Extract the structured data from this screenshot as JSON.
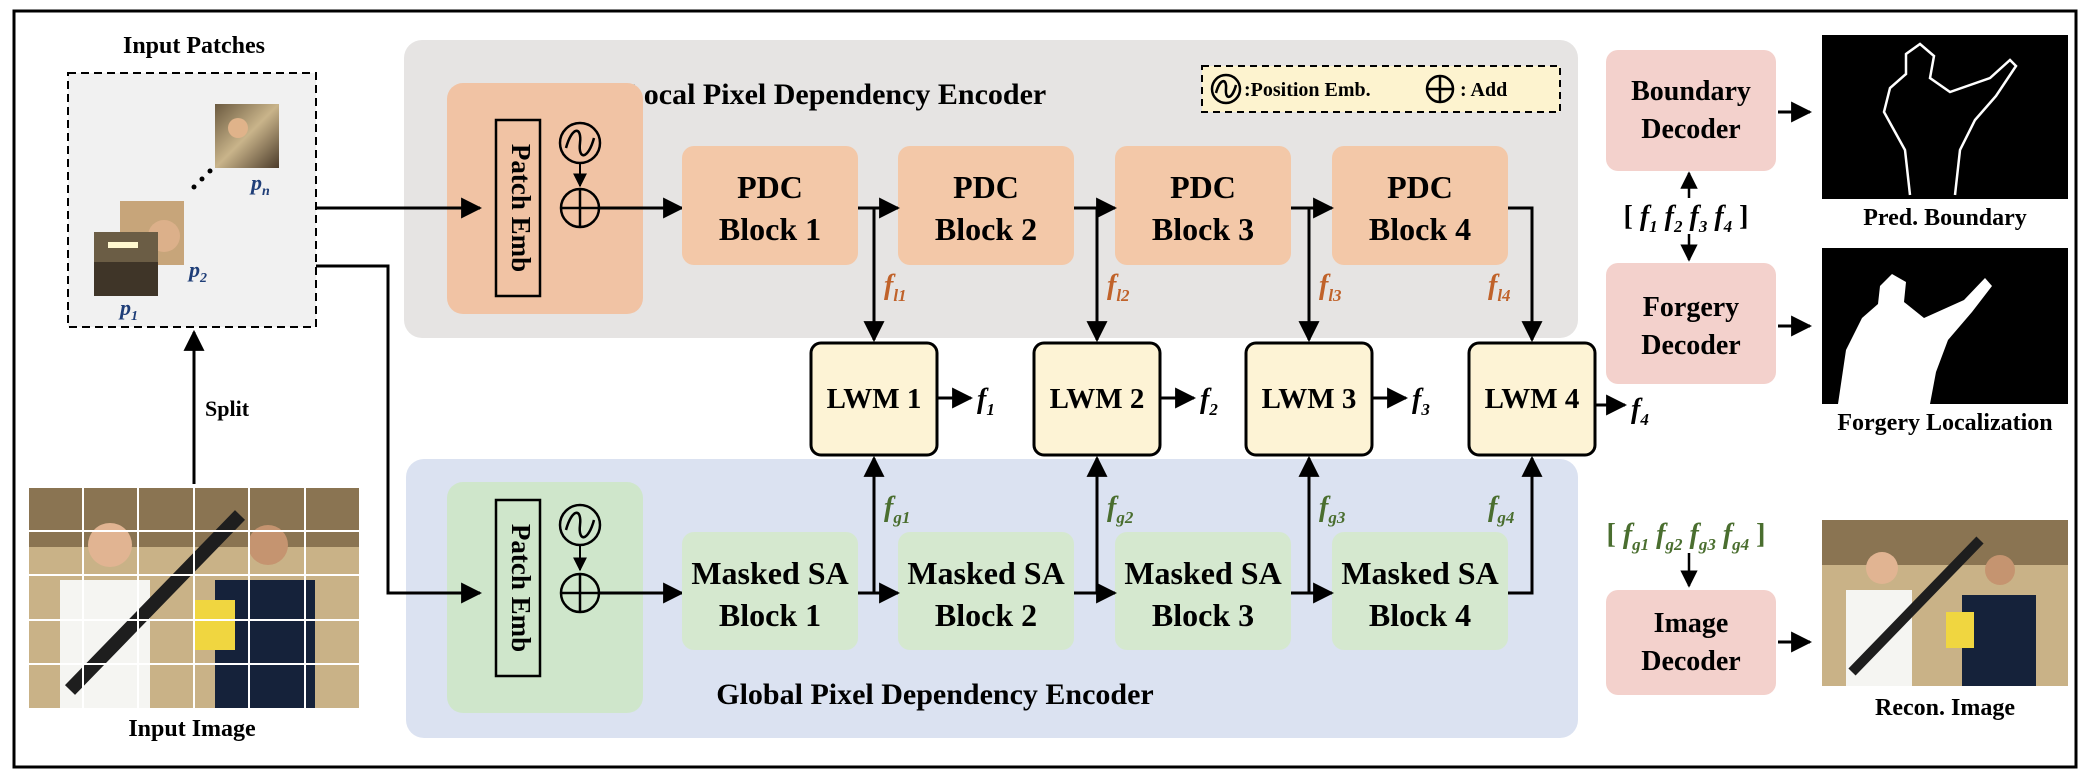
{
  "input_patches": {
    "title": "Input Patches",
    "labels": [
      "p",
      "p",
      "p"
    ],
    "subs": [
      "1",
      "2",
      "n"
    ]
  },
  "split_label": "Split",
  "input_image_label": "Input Image",
  "local_encoder": {
    "title": "Local Pixel Dependency Encoder",
    "patch_emb": "Patch Emb",
    "blocks": [
      {
        "line1": "PDC",
        "line2": "Block 1"
      },
      {
        "line1": "PDC",
        "line2": "Block 2"
      },
      {
        "line1": "PDC",
        "line2": "Block 3"
      },
      {
        "line1": "PDC",
        "line2": "Block 4"
      }
    ],
    "features": [
      {
        "base": "f",
        "sub": "l1"
      },
      {
        "base": "f",
        "sub": "l2"
      },
      {
        "base": "f",
        "sub": "l3"
      },
      {
        "base": "f",
        "sub": "l4"
      }
    ]
  },
  "global_encoder": {
    "title": "Global Pixel Dependency Encoder",
    "patch_emb": "Patch Emb",
    "blocks": [
      {
        "line1": "Masked SA",
        "line2": "Block 1"
      },
      {
        "line1": "Masked SA",
        "line2": "Block 2"
      },
      {
        "line1": "Masked SA",
        "line2": "Block 3"
      },
      {
        "line1": "Masked SA",
        "line2": "Block 4"
      }
    ],
    "features": [
      {
        "base": "f",
        "sub": "g1"
      },
      {
        "base": "f",
        "sub": "g2"
      },
      {
        "base": "f",
        "sub": "g3"
      },
      {
        "base": "f",
        "sub": "g4"
      }
    ]
  },
  "lwm": {
    "labels": [
      "LWM 1",
      "LWM 2",
      "LWM 3",
      "LWM 4"
    ],
    "outputs": [
      {
        "base": "f",
        "sub": "1"
      },
      {
        "base": "f",
        "sub": "2"
      },
      {
        "base": "f",
        "sub": "3"
      },
      {
        "base": "f",
        "sub": "4"
      }
    ]
  },
  "legend": {
    "position_emb": ":Position Emb.",
    "add": ": Add"
  },
  "decoders": {
    "boundary": {
      "line1": "Boundary",
      "line2": "Decoder"
    },
    "forgery": {
      "line1": "Forgery",
      "line2": "Decoder"
    },
    "image": {
      "line1": "Image",
      "line2": "Decoder"
    },
    "fused_features": [
      "f1",
      "f2",
      "f3",
      "f4"
    ],
    "global_features": [
      "fg1",
      "fg2",
      "fg3",
      "fg4"
    ]
  },
  "outputs": {
    "pred_boundary": "Pred. Boundary",
    "forgery_localization": "Forgery Localization",
    "recon_image": "Recon. Image"
  },
  "colors": {
    "local_bg": "#e6e4e3",
    "global_bg": "#dbe2f1",
    "orange_block": "#f3c8a8",
    "orange_patch": "#f1c3a4",
    "green_block": "#d5e8cf",
    "green_patch": "#cfe6cb",
    "lwm": "#fdf3d5",
    "decoder": "#f3d1cc",
    "legend_bg": "#fdf3cf",
    "local_feat": "#c0622a",
    "global_feat": "#4a6e2f",
    "patch_label": "#1f3e78"
  }
}
